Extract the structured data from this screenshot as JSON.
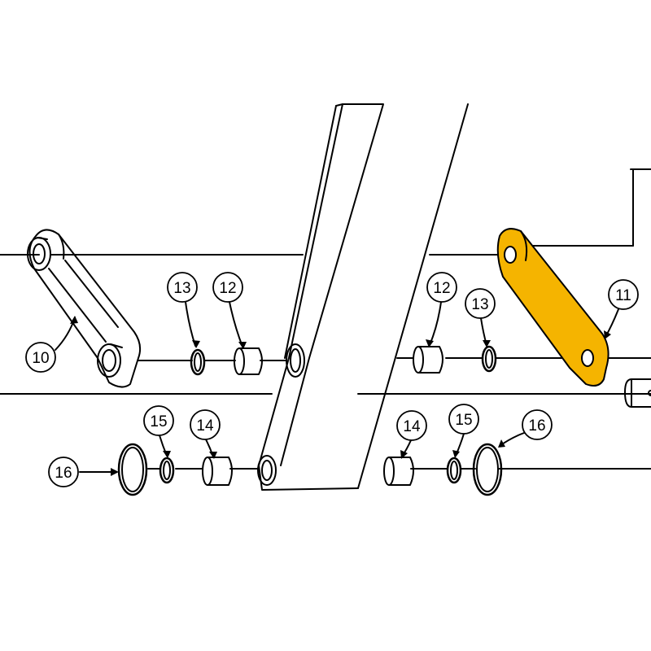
{
  "diagram": {
    "highlight_color": "#F5B400",
    "line_color": "#000000",
    "highlighted_part": "11",
    "callouts": [
      {
        "id": "c10",
        "label": "10"
      },
      {
        "id": "c13a",
        "label": "13"
      },
      {
        "id": "c12a",
        "label": "12"
      },
      {
        "id": "c12b",
        "label": "12"
      },
      {
        "id": "c13b",
        "label": "13"
      },
      {
        "id": "c11",
        "label": "11"
      },
      {
        "id": "c15a",
        "label": "15"
      },
      {
        "id": "c14a",
        "label": "14"
      },
      {
        "id": "c16a",
        "label": "16"
      },
      {
        "id": "c14b",
        "label": "14"
      },
      {
        "id": "c15b",
        "label": "15"
      },
      {
        "id": "c16b",
        "label": "16"
      }
    ]
  }
}
